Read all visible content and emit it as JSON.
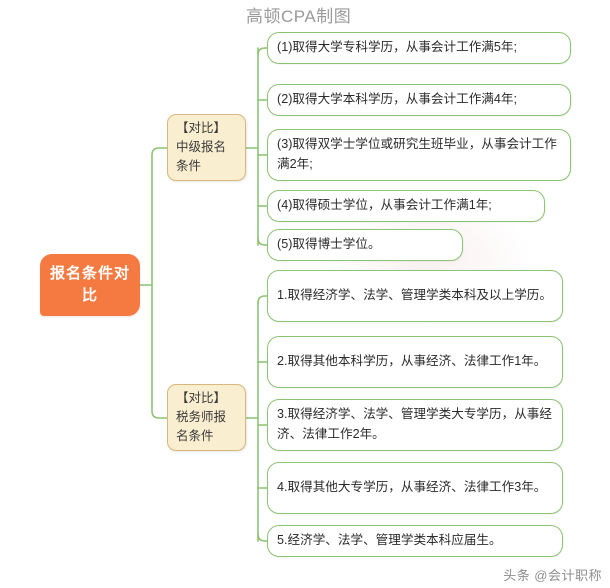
{
  "title": "高顿CPA制图",
  "footer": "头条 @会计职称",
  "colors": {
    "root_fill": "#f47a41",
    "root_text": "#ffffff",
    "branch_fill": "#faeed0",
    "branch_border": "#d8b87b",
    "leaf_border": "#8cc472",
    "leaf_fill": "#ffffff",
    "connector": "#8cc472",
    "title_text": "#9a9a9a"
  },
  "mindmap": {
    "root": {
      "label": "报名条件对比"
    },
    "branches": [
      {
        "label": "【对比】中级报名条件",
        "leaves": [
          {
            "label": "(1)取得大学专科学历，从事会计工作满5年;"
          },
          {
            "label": "(2)取得大学本科学历，从事会计工作满4年;"
          },
          {
            "label": "(3)取得双学士学位或研究生班毕业，从事会计工作满2年;"
          },
          {
            "label": "(4)取得硕士学位，从事会计工作满1年;"
          },
          {
            "label": "(5)取得博士学位。"
          }
        ]
      },
      {
        "label": "【对比】税务师报名条件",
        "leaves": [
          {
            "label": "1.取得经济学、法学、管理学类本科及以上学历。"
          },
          {
            "label": "2.取得其他本科学历，从事经济、法律工作1年。"
          },
          {
            "label": "3.取得经济学、法学、管理学类大专学历，从事经济、法律工作2年。"
          },
          {
            "label": "4.取得其他大专学历，从事经济、法律工作3年。"
          },
          {
            "label": "5.经济学、法学、管理学类本科应届生。"
          }
        ]
      }
    ]
  }
}
